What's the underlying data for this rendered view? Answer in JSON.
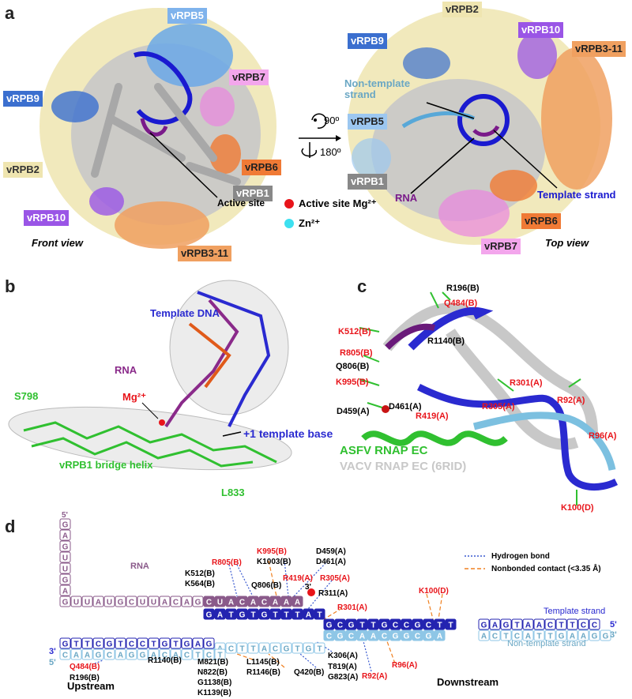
{
  "panel_a": {
    "letter": "a",
    "front_view": "Front view",
    "top_view": "Top view",
    "rotation_1": "90º",
    "rotation_2": "180º",
    "labels": {
      "vRPB5": "vRPB5",
      "vRPB9": "vRPB9",
      "vRPB7": "vRPB7",
      "vRPB2": "vRPB2",
      "vRPB6": "vRPB6",
      "vRPB1": "vRPB1",
      "vRPB10": "vRPB10",
      "vRPB3_11": "vRPB3-11",
      "active_site": "Active site"
    },
    "legend": {
      "mg": "Active site Mg²⁺",
      "zn": "Zn²⁺",
      "mg_color": "#e8141a",
      "zn_color": "#3de0f0"
    },
    "top_labels": {
      "vRPB2": "vRPB2",
      "vRPB10": "vRPB10",
      "vRPB9": "vRPB9",
      "vRPB3_11": "vRPB3-11",
      "non_template": "Non-template strand",
      "vRPB5": "vRPB5",
      "vRPB1": "vRPB1",
      "rna": "RNA",
      "template_strand": "Template strand",
      "vRPB6": "vRPB6",
      "vRPB7": "vRPB7"
    }
  },
  "panel_b": {
    "letter": "b",
    "template_dna": "Template DNA",
    "rna": "RNA",
    "mg": "Mg²⁺",
    "s798": "S798",
    "plus1": "+1 template base",
    "bridge_helix": "vRPB1 bridge helix",
    "l833": "L833"
  },
  "panel_c": {
    "letter": "c",
    "residues_red": [
      "Q484(B)",
      "K512(B)",
      "R805(B)",
      "K995(B)",
      "R419(A)",
      "R301(A)",
      "R305(A)",
      "R92(A)",
      "R96(A)",
      "K100(D)"
    ],
    "residues_black": [
      "R196(B)",
      "R1140(B)",
      "Q806(B)",
      "D459(A)",
      "D461(A)"
    ],
    "asfv": "ASFV RNAP EC",
    "vacv": "VACV RNAP EC (6RID)"
  },
  "panel_d": {
    "letter": "d",
    "prime5": "5'",
    "prime3": "3'",
    "rna_label": "RNA",
    "rna_vertical": [
      "G",
      "A",
      "G",
      "U",
      "U",
      "G",
      "A"
    ],
    "rna_horizontal": [
      "G",
      "U",
      "U",
      "A",
      "U",
      "G",
      "C",
      "U",
      "U",
      "A",
      "C",
      "A",
      "G",
      "A"
    ],
    "rna_hybrid": [
      "C",
      "U",
      "A",
      "C",
      "A",
      "C",
      "A",
      "A",
      "A"
    ],
    "template_hybrid": [
      "G",
      "A",
      "T",
      "G",
      "T",
      "G",
      "T",
      "T",
      "T",
      "A",
      "T"
    ],
    "template_down": [
      "G",
      "C",
      "G",
      "T",
      "T",
      "G",
      "C",
      "C",
      "G",
      "C",
      "T",
      "T"
    ],
    "template_end": [
      "G",
      "A",
      "G",
      "T",
      "A",
      "A",
      "C",
      "T",
      "T",
      "C",
      "C"
    ],
    "upstream_top": [
      "G",
      "T",
      "T",
      "C",
      "G",
      "T",
      "C",
      "C",
      "T",
      "G",
      "T",
      "G",
      "A",
      "G"
    ],
    "upstream_bottom": [
      "C",
      "A",
      "A",
      "G",
      "C",
      "A",
      "G",
      "G",
      "A",
      "C",
      "A",
      "C",
      "T",
      "C",
      "T"
    ],
    "nt_mid": [
      "A",
      "A",
      "C",
      "T",
      "T",
      "A",
      "C",
      "G",
      "T",
      "G",
      "T"
    ],
    "nt_down": [
      "C",
      "G",
      "C",
      "A",
      "A",
      "C",
      "G",
      "G",
      "C",
      "G",
      "A"
    ],
    "nt_end": [
      "A",
      "C",
      "T",
      "C",
      "A",
      "T",
      "T",
      "G",
      "A",
      "A",
      "G",
      "G"
    ],
    "legend_hbond": "Hydrogen bond",
    "legend_nonbond": "Nonbonded contact (<3.35 Å)",
    "template_strand": "Template strand",
    "non_template_strand": "Non-template strand",
    "upstream": "Upstream",
    "downstream": "Downstream",
    "res_top": {
      "K995": "K995(B)",
      "K1003": "K1003(B)",
      "R805": "R805(B)",
      "K512": "K512(B)",
      "K564": "K564(B)",
      "Q806": "Q806(B)",
      "R419": "R419(A)",
      "D459": "D459(A)",
      "D461": "D461(A)",
      "R305": "R305(A)",
      "R311": "R311(A)",
      "R301": "R301(A)",
      "K100": "K100(D)"
    },
    "res_bottom": {
      "Q484": "Q484(B)",
      "R196": "R196(B)",
      "R1140": "R1140(B)",
      "M821": "M821(B)",
      "N822": "N822(B)",
      "G1138": "G1138(B)",
      "K1139": "K1139(B)",
      "L1145": "L1145(B)",
      "R1146": "R1146(B)",
      "Q420": "Q420(B)",
      "K306": "K306(A)",
      "T819": "T819(A)",
      "G823": "G823(A)",
      "R92": "R92(A)",
      "R96": "R96(A)"
    }
  }
}
